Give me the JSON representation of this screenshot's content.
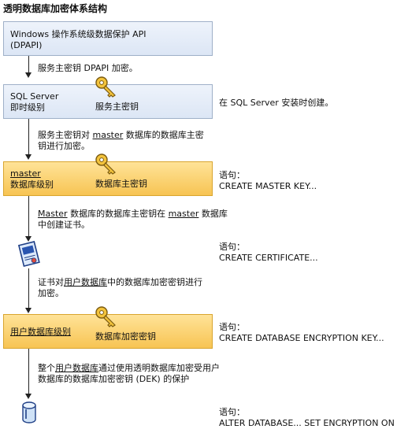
{
  "title": "透明数据库加密体系结构",
  "box1": {
    "line1": "Windows 操作系统级数据保护 API",
    "line2": "(DPAPI)"
  },
  "step1": "服务主密钥 DPAPI 加密。",
  "box2": {
    "line1": "SQL Server",
    "line2": "即时级别",
    "key_label": "服务主密钥"
  },
  "note2": "在 SQL Server 安装时创建。",
  "step2": {
    "p1": "服务主密钥对 ",
    "p2": "master",
    "p3": " 数据库的数据库主密",
    "line2": "钥进行加密。"
  },
  "box3": {
    "line1": "master",
    "line2": "数据库级别",
    "key_label": "数据库主密钥"
  },
  "note3": {
    "line1": "语句：",
    "line2": "CREATE MASTER KEY..."
  },
  "step3": {
    "p1": "Master",
    "p2": " 数据库的数据库主密钥在 ",
    "p3": "master",
    "p4": " 数据库",
    "line2": "中创建证书。"
  },
  "note4": {
    "line1": "语句：",
    "line2": "CREATE CERTIFICATE..."
  },
  "step4": {
    "p1": "证书对",
    "p2": "用户数据库",
    "p3": "中的数据库加密密钥进行",
    "line2": "加密。"
  },
  "box4": {
    "line1": "用户数据库级别",
    "key_label": "数据库加密密钥"
  },
  "note5": {
    "line1": "语句：",
    "line2": "CREATE DATABASE ENCRYPTION KEY..."
  },
  "step5": {
    "p1": "整个",
    "p2": "用户数据库",
    "p3": "通过使用透明数据库加密受用户",
    "line2": "数据库的数据库加密密钥 (DEK) 的保护"
  },
  "note6": {
    "line1": "语句：",
    "line2": "ALTER DATABASE... SET ENCRYPTION ON"
  },
  "icons": {
    "key": "key-icon",
    "certificate": "certificate-icon",
    "database": "database-icon"
  }
}
